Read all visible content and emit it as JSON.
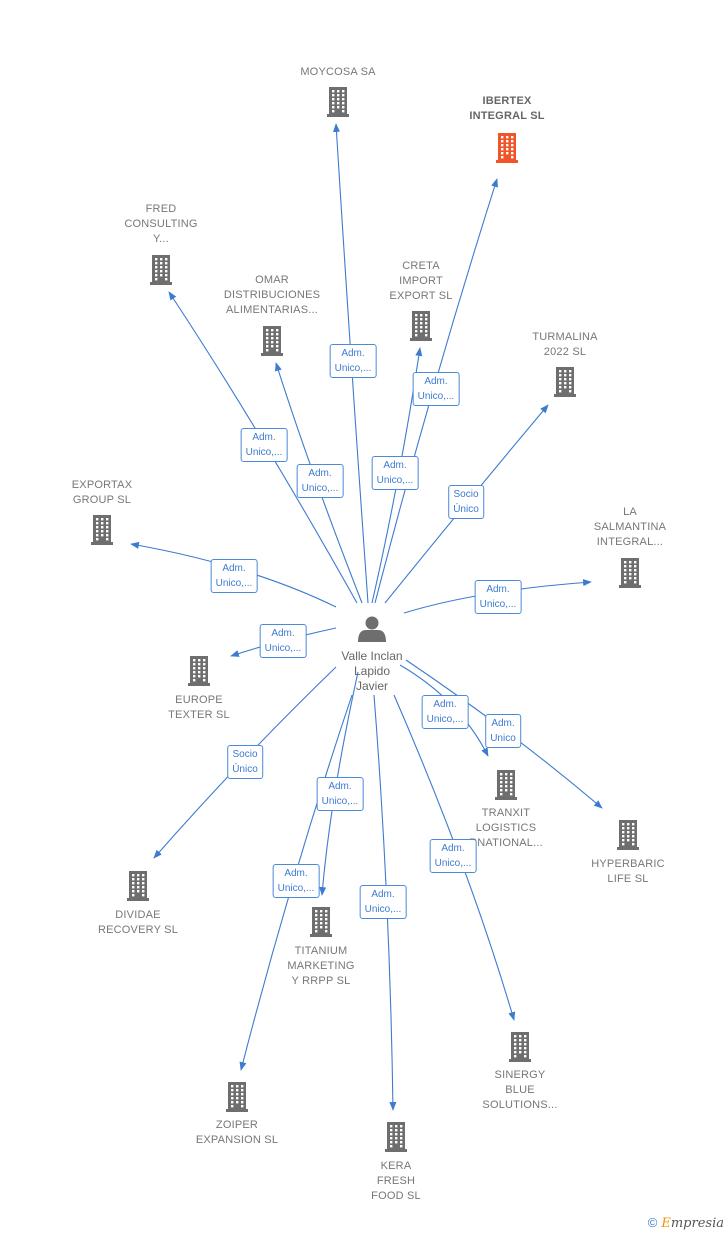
{
  "center": {
    "label_lines": [
      "Valle Inclan",
      "Lapido",
      "Javier"
    ]
  },
  "nodes": [
    {
      "id": "moycosa",
      "lines": [
        "MOYCOSA SA"
      ],
      "highlight": false
    },
    {
      "id": "ibertex",
      "lines": [
        "IBERTEX",
        "INTEGRAL  SL"
      ],
      "highlight": true
    },
    {
      "id": "fred",
      "lines": [
        "FRED",
        "CONSULTING",
        "Y..."
      ],
      "highlight": false
    },
    {
      "id": "omar",
      "lines": [
        "OMAR",
        "DISTRIBUCIONES",
        "ALIMENTARIAS..."
      ],
      "highlight": false
    },
    {
      "id": "creta",
      "lines": [
        "CRETA",
        "IMPORT",
        "EXPORT  SL"
      ],
      "highlight": false
    },
    {
      "id": "turmalina",
      "lines": [
        "TURMALINA",
        "2022  SL"
      ],
      "highlight": false
    },
    {
      "id": "exportax",
      "lines": [
        "EXPORTAX",
        "GROUP  SL"
      ],
      "highlight": false
    },
    {
      "id": "salmantina",
      "lines": [
        "LA",
        "SALMANTINA",
        "INTEGRAL..."
      ],
      "highlight": false
    },
    {
      "id": "europe",
      "lines": [
        "EUROPE",
        "TEXTER  SL"
      ],
      "highlight": false
    },
    {
      "id": "tranxit",
      "lines": [
        "TRANXIT",
        "LOGISTICS",
        "RNATIONAL..."
      ],
      "highlight": false
    },
    {
      "id": "hyperbaric",
      "lines": [
        "HYPERBARIC",
        "LIFE  SL"
      ],
      "highlight": false
    },
    {
      "id": "dividae",
      "lines": [
        "DIVIDAE",
        "RECOVERY  SL"
      ],
      "highlight": false
    },
    {
      "id": "titanium",
      "lines": [
        "TITANIUM",
        "MARKETING",
        "Y RRPP  SL"
      ],
      "highlight": false
    },
    {
      "id": "sinergy",
      "lines": [
        "SINERGY",
        "BLUE",
        "SOLUTIONS..."
      ],
      "highlight": false
    },
    {
      "id": "zoiper",
      "lines": [
        "ZOIPER",
        "EXPANSION  SL"
      ],
      "highlight": false
    },
    {
      "id": "kera",
      "lines": [
        "KERA",
        "FRESH",
        "FOOD  SL"
      ],
      "highlight": false
    }
  ],
  "edges": [
    {
      "to": "moycosa",
      "label": [
        "Adm.",
        "Unico,..."
      ]
    },
    {
      "to": "ibertex",
      "label": [
        "Adm.",
        "Unico,..."
      ]
    },
    {
      "to": "fred",
      "label": [
        "Adm.",
        "Unico,..."
      ]
    },
    {
      "to": "omar",
      "label": [
        "Adm.",
        "Unico,..."
      ]
    },
    {
      "to": "creta",
      "label": [
        "Adm.",
        "Unico,..."
      ]
    },
    {
      "to": "turmalina",
      "label": [
        "Socio",
        "Único"
      ]
    },
    {
      "to": "exportax",
      "label": [
        "Adm.",
        "Unico,..."
      ]
    },
    {
      "to": "salmantina",
      "label": [
        "Adm.",
        "Unico,..."
      ]
    },
    {
      "to": "europe",
      "label": [
        "Adm.",
        "Unico,..."
      ]
    },
    {
      "to": "tranxit",
      "label": [
        "Adm.",
        "Unico,..."
      ]
    },
    {
      "to": "hyperbaric",
      "label": [
        "Adm.",
        "Unico"
      ]
    },
    {
      "to": "dividae",
      "label": [
        "Socio",
        "Único"
      ]
    },
    {
      "to": "titanium",
      "label": [
        "Adm.",
        "Unico,..."
      ]
    },
    {
      "to": "sinergy",
      "label": [
        "Adm.",
        "Unico,..."
      ]
    },
    {
      "to": "zoiper",
      "label": [
        "Adm.",
        "Unico,..."
      ]
    },
    {
      "to": "kera",
      "label": [
        "Adm.",
        "Unico,..."
      ]
    }
  ],
  "colors": {
    "edge": "#3d7bd0",
    "node": "#6e6e6e",
    "highlight": "#f0552a",
    "person": "#6e6e6e"
  },
  "icons": {
    "company": "building-icon",
    "person": "person-icon"
  },
  "watermark": {
    "copyright": "©",
    "brand_initial": "E",
    "brand_rest": "mpresia"
  }
}
